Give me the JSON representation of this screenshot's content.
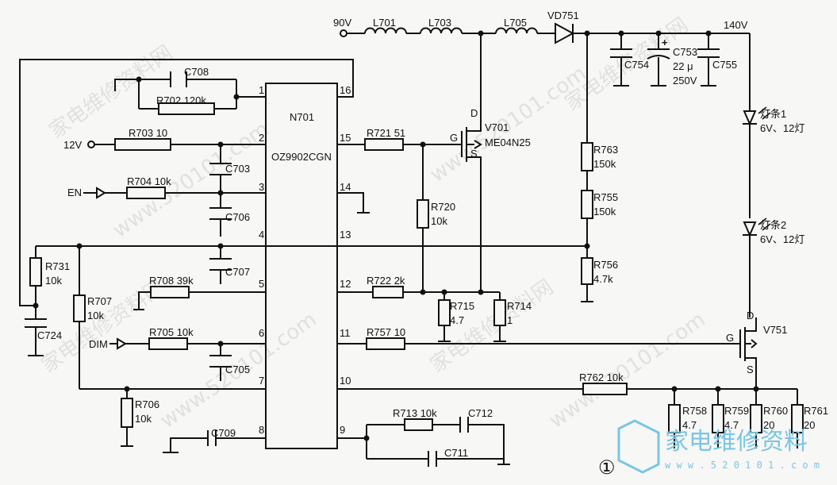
{
  "ic": {
    "ref": "N701",
    "part": "OZ9902CGN"
  },
  "pins": {
    "p1": "1",
    "p2": "2",
    "p3": "3",
    "p4": "4",
    "p5": "5",
    "p6": "6",
    "p7": "7",
    "p8": "8",
    "p9": "9",
    "p10": "10",
    "p11": "11",
    "p12": "12",
    "p13": "13",
    "p14": "14",
    "p15": "15",
    "p16": "16"
  },
  "inputs": {
    "v90": "90V",
    "v12": "12V",
    "en": "EN",
    "dim": "DIM"
  },
  "output_voltage": "140V",
  "inductors": {
    "l701": "L701",
    "l703": "L703",
    "l705": "L705"
  },
  "diode": "VD751",
  "mosfet_v701": {
    "ref": "V701",
    "part": "ME04N25",
    "d": "D",
    "g": "G",
    "s": "S"
  },
  "mosfet_v751": {
    "ref": "V751",
    "d": "D",
    "g": "G",
    "s": "S"
  },
  "resistors": {
    "r702": "R702 120k",
    "r703": "R703 10",
    "r704": "R704 10k",
    "r708": "R708 39k",
    "r705": "R705 10k",
    "r721": "R721 51",
    "r722": "R722 2k",
    "r757": "R757 10",
    "r762": "R762 10k",
    "r713": "R713 10k",
    "r731": "R731",
    "r731v": "10k",
    "r707": "R707",
    "r707v": "10k",
    "r706": "R706",
    "r706v": "10k",
    "r720": "R720",
    "r720v": "10k",
    "r715": "R715",
    "r715v": "4.7",
    "r714": "R714",
    "r714v": "1",
    "r763": "R763",
    "r763v": "150k",
    "r755": "R755",
    "r755v": "150k",
    "r756": "R756",
    "r756v": "4.7k",
    "r758": "R758",
    "r758v": "4.7",
    "r759": "R759",
    "r759v": "4.7",
    "r760": "R760",
    "r760v": "20",
    "r761": "R761",
    "r761v": "20"
  },
  "capacitors": {
    "c708": "C708",
    "c703": "C703",
    "c706": "C706",
    "c707": "C707",
    "c705": "C705",
    "c724": "C724",
    "c709": "C709",
    "c711": "C711",
    "c712": "C712",
    "c754": "C754",
    "c753": "C753",
    "c753a": "22 μ",
    "c753b": "250V",
    "c755": "C755"
  },
  "led_strips": [
    {
      "name": "灯条1",
      "spec": "6V、12灯"
    },
    {
      "name": "灯条2",
      "spec": "6V、12灯"
    }
  ],
  "figure_number": "①",
  "watermarks": {
    "cn": "家电维修资料网",
    "url": "www.520101.com"
  },
  "logo": {
    "text": "家电维修资料",
    "url": "w w w . 5 2 0 1 0 1 . c o m"
  }
}
